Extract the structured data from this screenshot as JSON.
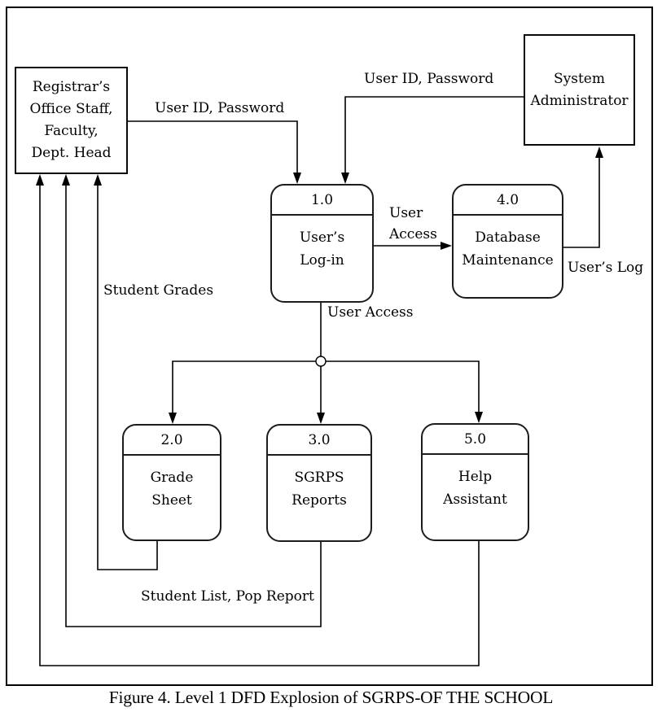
{
  "diagram": {
    "caption": "Figure 4. Level 1 DFD Explosion of SGRPS-OF THE SCHOOL",
    "entities": {
      "registrar": {
        "lines": [
          "Registrar’s",
          "Office Staff,",
          "Faculty,",
          "Dept. Head"
        ]
      },
      "system_administrator": {
        "lines": [
          "System",
          "Administrator"
        ]
      }
    },
    "processes": {
      "p1": {
        "id": "1.0",
        "lines": [
          "User’s",
          "Log-in"
        ]
      },
      "p2": {
        "id": "2.0",
        "lines": [
          "Grade",
          "Sheet"
        ]
      },
      "p3": {
        "id": "3.0",
        "lines": [
          "SGRPS",
          "Reports"
        ]
      },
      "p4": {
        "id": "4.0",
        "lines": [
          "Database",
          "Maintenance"
        ]
      },
      "p5": {
        "id": "5.0",
        "lines": [
          "Help",
          "Assistant"
        ]
      }
    },
    "flow_labels": {
      "user_id_password_left": "User ID, Password",
      "user_id_password_right": "User ID, Password",
      "user_access_mid_lines": [
        "User",
        "Access"
      ],
      "users_log": "User’s Log",
      "user_access_down": "User Access",
      "student_grades": "Student Grades",
      "student_list_pop_report": "Student List, Pop Report"
    },
    "colors": {
      "line": "#000000",
      "background": "#ffffff",
      "text": "#000000"
    }
  }
}
